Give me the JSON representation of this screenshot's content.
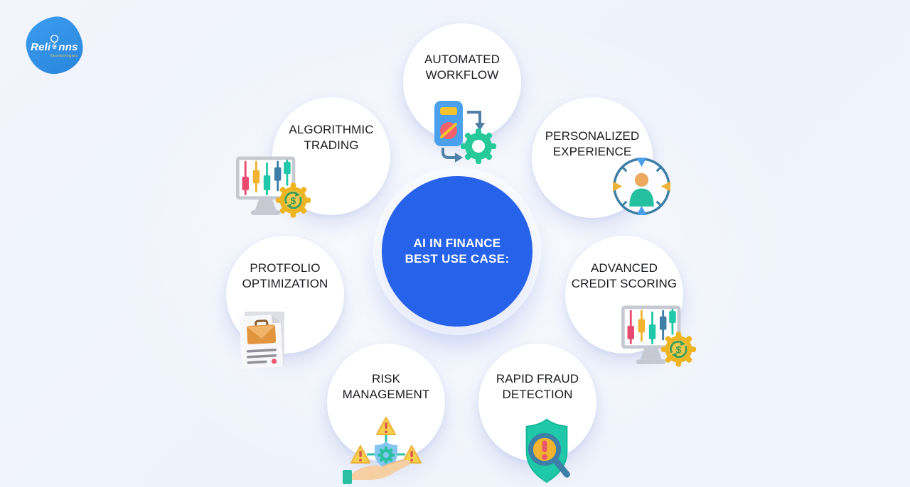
{
  "logo": {
    "brand_part1": "Reli",
    "brand_part2": "nns",
    "subtitle": "Technologies"
  },
  "center": {
    "line1": "AI IN FINANCE",
    "line2": "BEST USE CASE:"
  },
  "nodes": [
    {
      "id": "automated-workflow",
      "line1": "AUTOMATED",
      "line2": "WORKFLOW",
      "icon": "calculator-arrows-gear-icon"
    },
    {
      "id": "personalized-experience",
      "line1": "PERSONALIZED",
      "line2": "EXPERIENCE",
      "icon": "person-focus-target-icon"
    },
    {
      "id": "advanced-credit-scoring",
      "line1": "ADVANCED",
      "line2": "CREDIT SCORING",
      "icon": "candlestick-monitor-dollar-gear-icon"
    },
    {
      "id": "rapid-fraud-detection",
      "line1": "RAPID FRAUD",
      "line2": "DETECTION",
      "icon": "shield-magnifier-alert-icon"
    },
    {
      "id": "risk-management",
      "line1": "RISK",
      "line2": "MANAGEMENT",
      "icon": "hand-shield-warning-network-icon"
    },
    {
      "id": "protfolio-optimization",
      "line1": "PROTFOLIO",
      "line2": "OPTIMIZATION",
      "icon": "briefcase-report-document-icon"
    },
    {
      "id": "algorithmic-trading",
      "line1": "ALGORITHMIC",
      "line2": "TRADING",
      "icon": "candlestick-monitor-dollar-gear-icon"
    }
  ],
  "icons": {
    "dollar_sign": "$"
  },
  "colors": {
    "background": "#EFF3FB",
    "center_circle": "#2762EA",
    "center_text": "#FFFFFF",
    "node_circle": "#FFFFFF",
    "node_text": "#1A1B1E",
    "logo_blob": "#2F8FE5",
    "teal": "#1FC8A8",
    "yellow": "#F2B430",
    "red": "#E8576B",
    "steel_blue": "#3D7FA6",
    "sky_blue": "#4AA0ED",
    "orange": "#EBA95F",
    "pink": "#E84A6F"
  }
}
